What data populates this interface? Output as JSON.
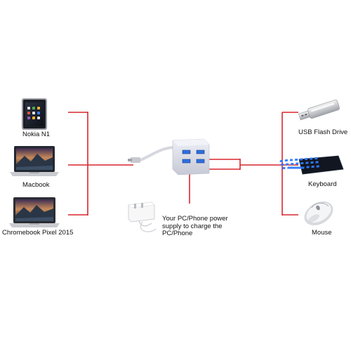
{
  "devices_left": [
    {
      "label": "Nokia N1",
      "icon": "tablet-icon"
    },
    {
      "label": "Macbook",
      "icon": "laptop-icon"
    },
    {
      "label": "Chromebook Pixel 2015",
      "icon": "laptop-icon"
    }
  ],
  "devices_right": [
    {
      "label": "USB Flash Drive",
      "icon": "usb-flash-drive-icon"
    },
    {
      "label": "Keyboard",
      "icon": "keyboard-icon"
    },
    {
      "label": "Mouse",
      "icon": "mouse-icon"
    }
  ],
  "hub": {
    "icon": "usb-c-hub-icon",
    "ports": 4
  },
  "power": {
    "icon": "power-adapter-icon",
    "lines": [
      "Your PC/Phone power",
      "supply to charge the",
      "PC/Phone"
    ]
  },
  "colors": {
    "connector": "#d8262f",
    "hub_body": "#dfe1ea",
    "port_blue": "#2f6fe0",
    "screen_dark": "#1b2330",
    "laptop_silver": "#c9cbd0"
  }
}
